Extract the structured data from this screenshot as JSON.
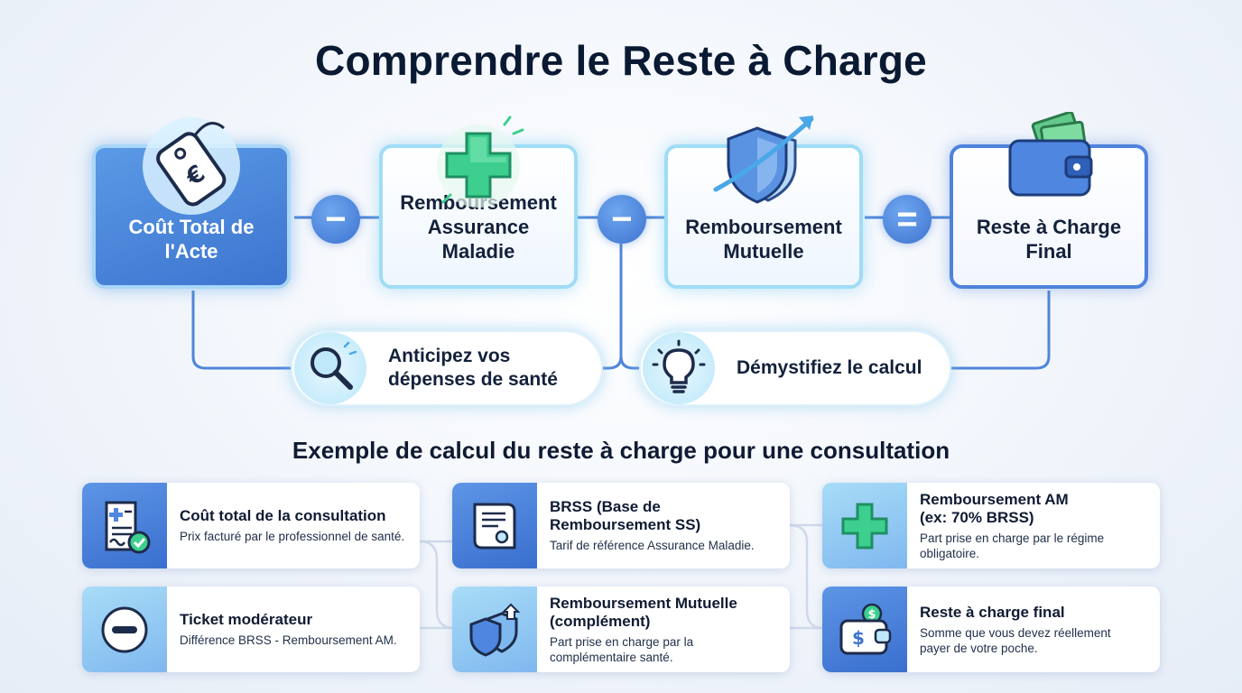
{
  "title": "Comprendre le Reste à Charge",
  "flow": {
    "steps": [
      {
        "label": "Coût Total de l'Acte",
        "icon": "euro-price-tag-icon"
      },
      {
        "label": "Remboursement Assurance Maladie",
        "icon": "medical-cross-icon"
      },
      {
        "label": "Remboursement Mutuelle",
        "icon": "shield-arrow-icon"
      },
      {
        "label": "Reste à Charge Final",
        "icon": "wallet-icon"
      }
    ],
    "operators": [
      "−",
      "−",
      "="
    ],
    "benefits": [
      {
        "label": "Anticipez vos dépenses de santé",
        "icon": "magnifier-icon"
      },
      {
        "label": "Démystifiez le calcul",
        "icon": "lightbulb-icon"
      }
    ]
  },
  "example": {
    "title": "Exemple de calcul du reste à charge pour une consultation",
    "cards": [
      {
        "title": "Coût total de la consultation",
        "desc": "Prix facturé par le professionnel de santé.",
        "icon": "invoice-check-icon"
      },
      {
        "title": "BRSS (Base de Remboursement SS)",
        "desc": "Tarif de référence Assurance Maladie.",
        "icon": "certificate-icon"
      },
      {
        "title": "Remboursement AM (ex: 70% BRSS)",
        "desc": "Part prise en charge par le régime obligatoire.",
        "icon": "medical-cross-icon"
      },
      {
        "title": "Ticket modérateur",
        "desc": "Différence BRSS - Remboursement AM.",
        "icon": "minus-circle-icon"
      },
      {
        "title": "Remboursement Mutuelle (complément)",
        "desc": "Part prise en charge par la complémentaire santé.",
        "icon": "shields-arrow-icon"
      },
      {
        "title": "Reste à charge final",
        "desc": "Somme que vous devez réellement payer de votre poche.",
        "icon": "wallet-dollar-icon"
      }
    ]
  },
  "colors": {
    "primary": "#3d73d0",
    "accent": "#9fdcf6",
    "green": "#3ccf8e",
    "text": "#0f1b33"
  }
}
